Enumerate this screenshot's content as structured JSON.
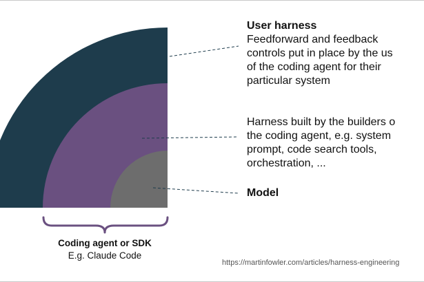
{
  "layers": {
    "user_harness": {
      "title": "User harness",
      "description": [
        "Feedforward and feedback",
        "controls put in place by the us",
        "of the coding agent for their",
        "particular system"
      ]
    },
    "builder_harness": {
      "description": [
        "Harness built by the builders o",
        "the coding agent, e.g. system",
        "prompt, code search tools,",
        "orchestration, ..."
      ]
    },
    "model": {
      "title": "Model"
    }
  },
  "bracket": {
    "title": "Coding agent or SDK",
    "subtitle": "E.g. Claude Code"
  },
  "source_url": "https://martinfowler.com/articles/harness-engineering",
  "colors": {
    "user_harness": "#1e3c4c",
    "builder_harness": "#6a5080",
    "model": "#6d6d6d",
    "bracket": "#6a5080",
    "leader": "#1e3c4c"
  }
}
